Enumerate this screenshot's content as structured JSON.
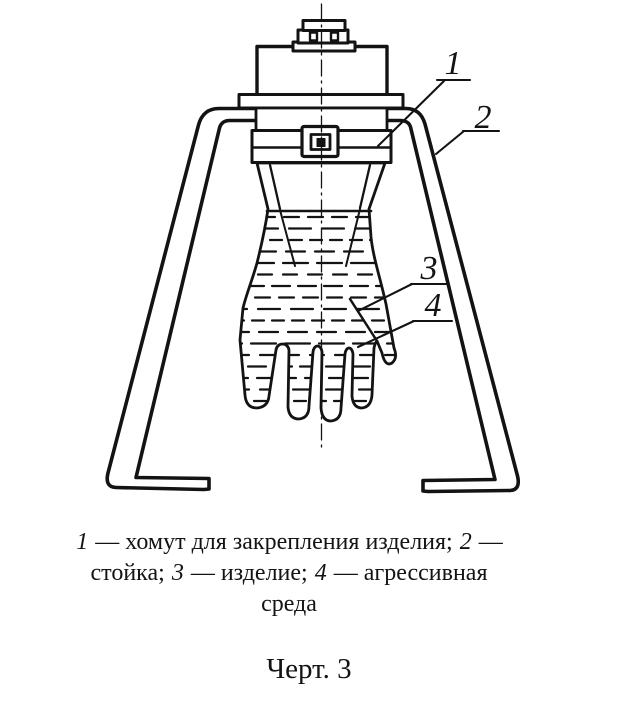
{
  "figure": {
    "description": "стенд с подвешенной перчаткой, заполненной жидкостью",
    "callouts": [
      {
        "label": "1"
      },
      {
        "label": "2"
      },
      {
        "label": "3"
      },
      {
        "label": "4"
      }
    ]
  },
  "caption": {
    "lines": [
      "1 — хомут для закрепления изделия; 2 —",
      "стойка; 3 — изделие; 4 — агрессивная",
      "среда"
    ]
  },
  "figure_label": "Черт. 3",
  "colors": {
    "ink": "#131313",
    "paper": "#ffffff"
  }
}
